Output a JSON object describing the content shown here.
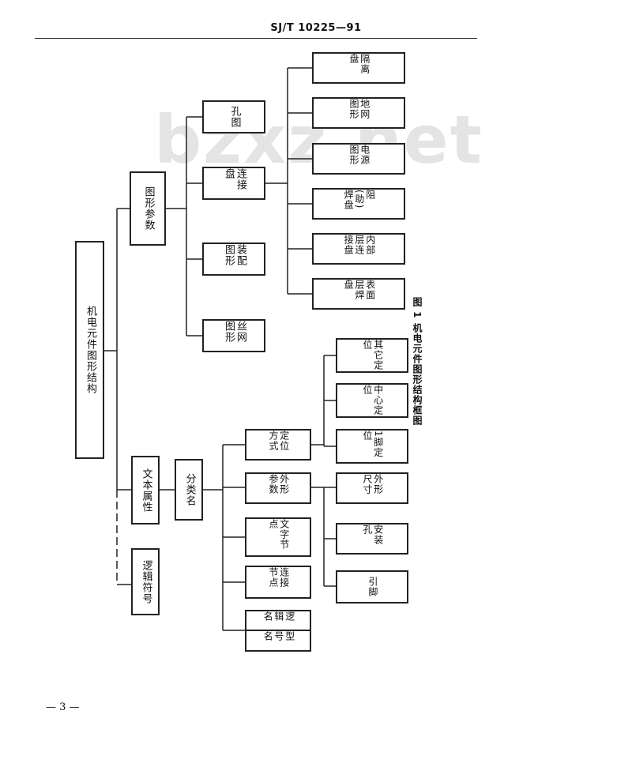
{
  "header": {
    "standard_code": "SJ/T 10225—91"
  },
  "watermark": "bzxz.net",
  "page_number": "— 3 —",
  "diagram": {
    "root": "机电元件图形结构",
    "graphic_params": {
      "label": "图形参数",
      "children": [
        "孔图",
        "连接盘",
        "装配图形",
        "丝网图形"
      ],
      "pad_children": [
        "隔离盘",
        "地网图形",
        "电源图形",
        "阻(助)焊盘",
        "内部层连接盘",
        "表面层焊盘"
      ]
    },
    "text_attributes": {
      "label": "文本属性"
    },
    "logic_symbol": {
      "label": "逻辑符号"
    },
    "category_name": {
      "label": "分类名",
      "children": [
        "定位方式",
        "外形参数",
        "文字节点",
        "连接节点",
        "逻辑名",
        "型号名"
      ],
      "positioning_children": [
        "其它定位",
        "中心定位",
        "1脚定位"
      ],
      "outline_children": [
        "外形尺寸",
        "安装孔",
        "引脚"
      ]
    },
    "caption": "图 1  机电元件图形结构框图"
  }
}
